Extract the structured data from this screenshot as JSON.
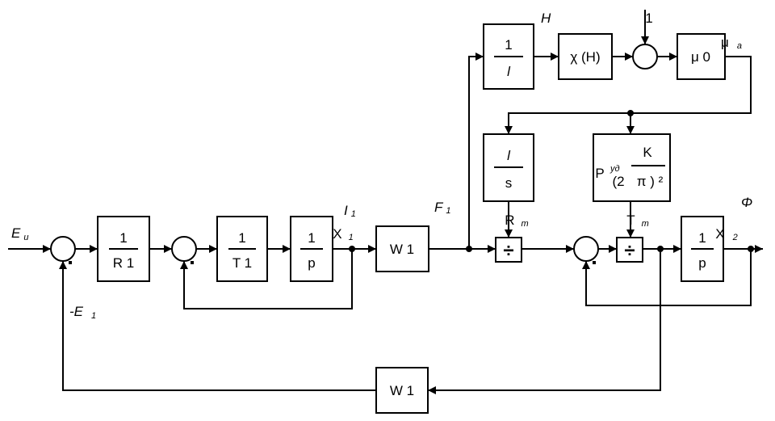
{
  "blocks": {
    "inv_r1": {
      "num": "1",
      "den": "R 1"
    },
    "inv_t1": {
      "num": "1",
      "den": "T 1"
    },
    "inv_p1": {
      "num": "1",
      "den": "p"
    },
    "w1_forward": {
      "label": "W 1"
    },
    "w1_feedback": {
      "label": "W 1"
    },
    "inv_l": {
      "num": "1",
      "den": "l"
    },
    "chi": {
      "label": "χ (H)"
    },
    "mu0": {
      "label": "μ 0"
    },
    "l_over_s": {
      "num": "l",
      "den": "s"
    },
    "p_block": {
      "pre": "P",
      "pre_sub": "уд",
      "paren": "(2",
      "num": "K",
      "den": "π ) ²"
    },
    "inv_p2": {
      "num": "1",
      "den": "p"
    },
    "div1": {
      "symbol": "÷"
    },
    "div2": {
      "symbol": "÷"
    }
  },
  "signals": {
    "eu": {
      "main": "E",
      "sub": "u"
    },
    "e1": {
      "main": "-E",
      "sub": "1"
    },
    "i1": {
      "main": "I",
      "sub": "1"
    },
    "x1": {
      "main": "X",
      "sub": "1"
    },
    "f1": {
      "main": "F",
      "sub": "1"
    },
    "h": {
      "main": "H"
    },
    "one": {
      "main": "1"
    },
    "mua": {
      "main": "μ",
      "sub": "a"
    },
    "rm": {
      "main": "R",
      "sub": "m"
    },
    "tm": {
      "main": "T",
      "sub": "m"
    },
    "phi": {
      "main": "Φ"
    },
    "x2": {
      "main": "X",
      "sub": "2"
    }
  }
}
